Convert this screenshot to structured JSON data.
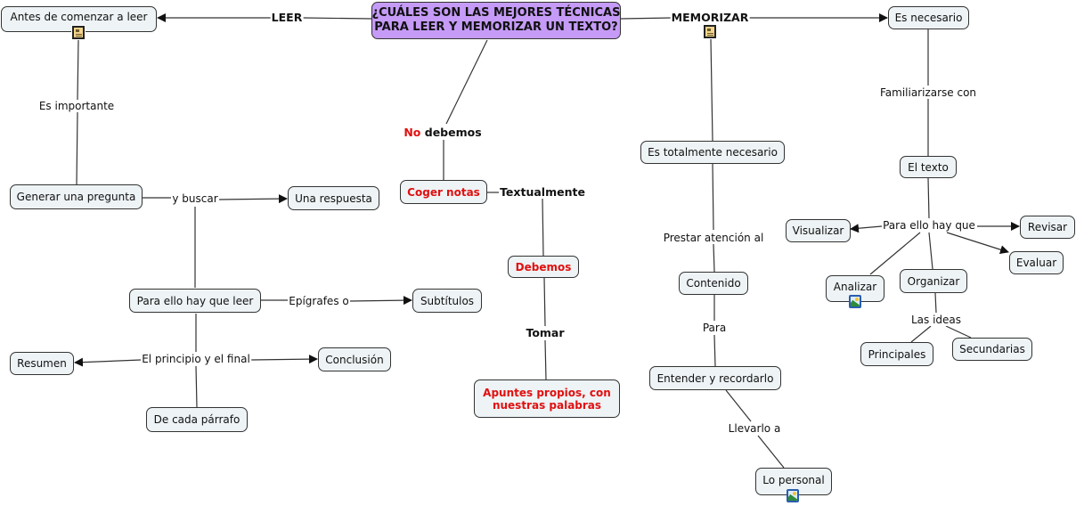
{
  "root": {
    "line1": "¿CUÁLES SON LAS MEJORES TÉCNICAS",
    "line2": "PARA LEER Y MEMORIZAR UN TEXTO?",
    "color": "#c59bf7"
  },
  "colors": {
    "node_fill": "#eef3f5",
    "node_border": "#333333",
    "highlight_text": "#e01010",
    "line": "#222222"
  },
  "nodes": {
    "antes": "Antes de comenzar a leer",
    "generar": "Generar una pregunta",
    "respuesta": "Una respuesta",
    "para_leer": "Para ello hay que leer",
    "subtitulos": "Subtítulos",
    "resumen": "Resumen",
    "conclusion": "Conclusión",
    "parrafo": "De cada párrafo",
    "coger": "Coger notas",
    "debemos": "Debemos",
    "apuntes_1": "Apuntes propios, con",
    "apuntes_2": "nuestras palabras",
    "totalmente": "Es totalmente necesario",
    "contenido": "Contenido",
    "entender": "Entender y recordarlo",
    "personal": "Lo personal",
    "necesario": "Es necesario",
    "texto": "El texto",
    "visualizar": "Visualizar",
    "revisar": "Revisar",
    "evaluar": "Evaluar",
    "analizar": "Analizar",
    "organizar": "Organizar",
    "principales": "Principales",
    "secundarias": "Secundarias"
  },
  "links": {
    "leer": "LEER",
    "memorizar": "MEMORIZAR",
    "importante": "Es importante",
    "buscar": "y buscar",
    "epigrafes": "Epígrafes o",
    "principio": "El principio y el final",
    "no": "No",
    "debemos": "debemos",
    "textualmente": "Textualmente",
    "tomar": "Tomar",
    "prestar": "Prestar atención al",
    "para": "Para",
    "llevarlo": "Llevarlo a",
    "familiarizarse": "Familiarizarse con",
    "para_ello": "Para ello hay que",
    "ideas": "Las ideas"
  },
  "icons": {
    "antes": "document-icon",
    "memorizar": "document-icon",
    "analizar": "image-icon",
    "personal": "image-icon"
  }
}
